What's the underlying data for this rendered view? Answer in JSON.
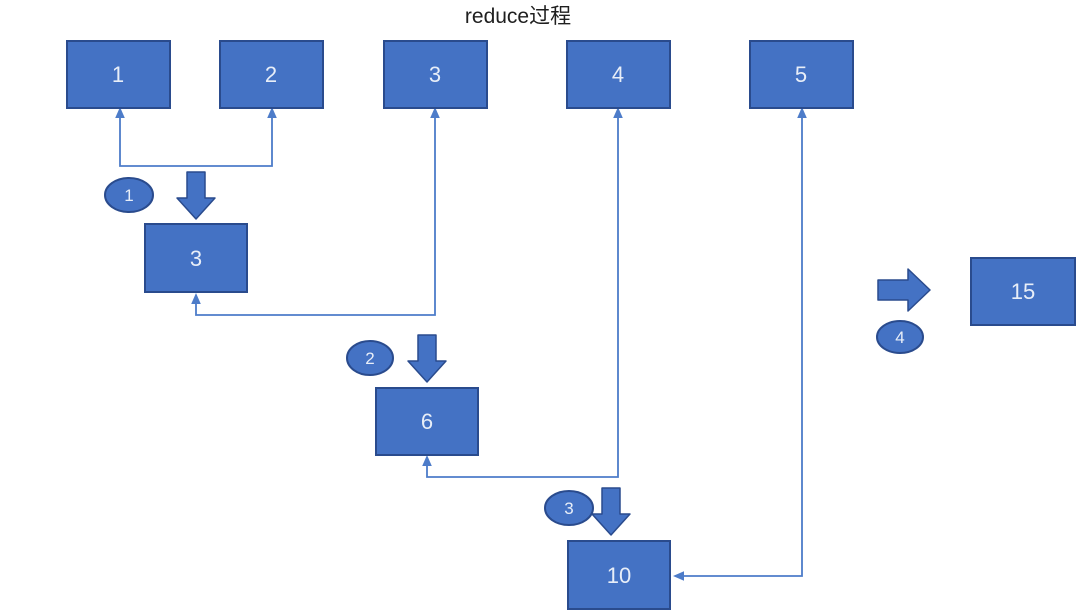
{
  "title": "reduce过程",
  "nodes": {
    "inputs": [
      "1",
      "2",
      "3",
      "4",
      "5"
    ],
    "partials": [
      "3",
      "6",
      "10"
    ],
    "final": "15"
  },
  "step_badges": [
    "1",
    "2",
    "3",
    "4"
  ],
  "colors": {
    "background": "#ffffff",
    "box_fill": "#4472c4",
    "box_border": "#2a4b8d",
    "box_text": "#e8eef8",
    "connector": "#4d7cc9",
    "block_arrow_fill": "#4472c4",
    "block_arrow_border": "#2a4b8d",
    "badge_fill": "#4472c4",
    "badge_border": "#2a4b8d",
    "badge_text": "#e8eef8",
    "title_text": "#1f1f1f"
  }
}
